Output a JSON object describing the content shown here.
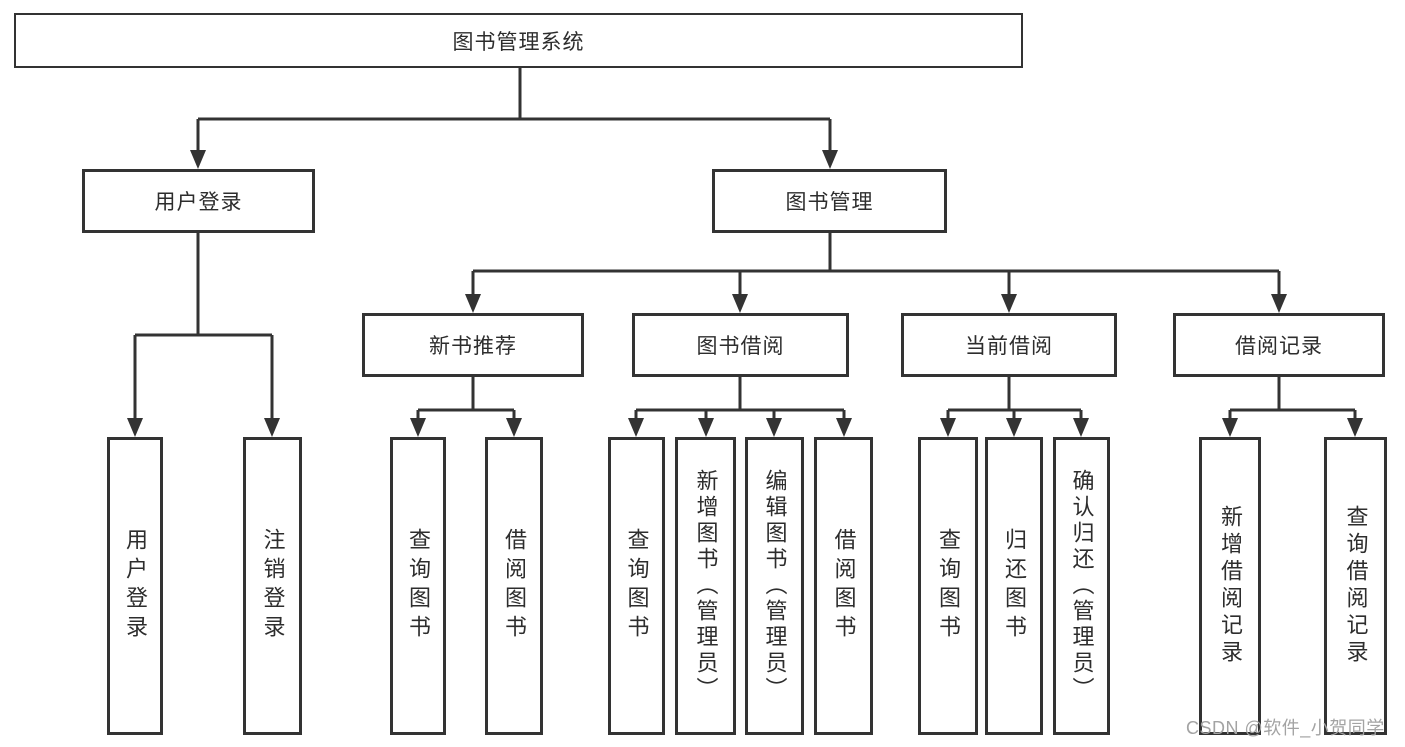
{
  "diagram_title": "图书管理系统",
  "tree": {
    "label": "图书管理系统",
    "children": [
      {
        "label": "用户登录",
        "children": [
          {
            "label": "用户登录"
          },
          {
            "label": "注销登录"
          }
        ]
      },
      {
        "label": "图书管理",
        "children": [
          {
            "label": "新书推荐",
            "children": [
              {
                "label": "查询图书"
              },
              {
                "label": "借阅图书"
              }
            ]
          },
          {
            "label": "图书借阅",
            "children": [
              {
                "label": "查询图书"
              },
              {
                "label": "新增图书（管理员）"
              },
              {
                "label": "编辑图书（管理员）"
              },
              {
                "label": "借阅图书"
              }
            ]
          },
          {
            "label": "当前借阅",
            "children": [
              {
                "label": "查询图书"
              },
              {
                "label": "归还图书"
              },
              {
                "label": "确认归还（管理员）"
              }
            ]
          },
          {
            "label": "借阅记录",
            "children": [
              {
                "label": "新增借阅记录"
              },
              {
                "label": "查询借阅记录"
              }
            ]
          }
        ]
      }
    ]
  },
  "watermark": "CSDN @软件_小贺同学",
  "colors": {
    "line": "#333333",
    "box_border": "#333333",
    "text": "#2d2d2d",
    "watermark": "#a3a3a3",
    "background": "#ffffff"
  }
}
